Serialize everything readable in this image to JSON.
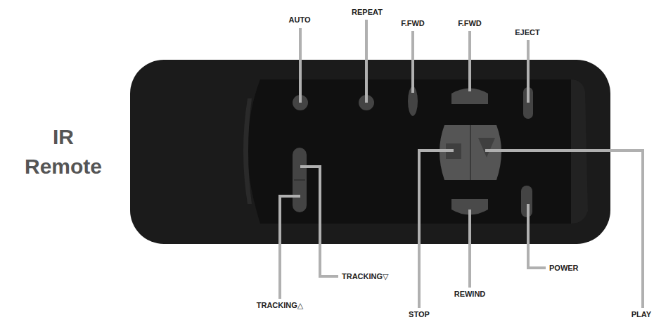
{
  "diagram": {
    "title": "IR Remote",
    "labels": [
      "AUTO",
      "REPEAT",
      "F.FWD",
      "F.FWD",
      "EJECT",
      "TRACKING▽",
      "TRACKING△",
      "STOP",
      "REWIND",
      "POWER",
      "PLAY"
    ]
  }
}
